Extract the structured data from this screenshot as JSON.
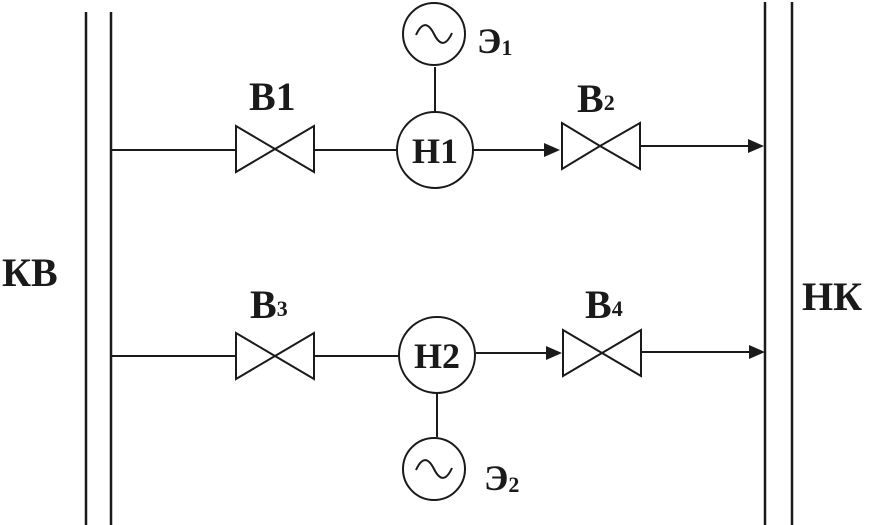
{
  "labels": {
    "source": "КВ",
    "sink": "НК"
  },
  "pumps": [
    {
      "label": "Н1"
    },
    {
      "label": "Н2"
    }
  ],
  "motors": [
    {
      "main": "Э",
      "sub": "1"
    },
    {
      "main": "Э",
      "sub": "2"
    }
  ],
  "valves": [
    {
      "main": "В1",
      "sub": ""
    },
    {
      "main": "В",
      "sub": "2"
    },
    {
      "main": "В",
      "sub": "3"
    },
    {
      "main": "В",
      "sub": "4"
    }
  ],
  "motor_symbol": "~"
}
